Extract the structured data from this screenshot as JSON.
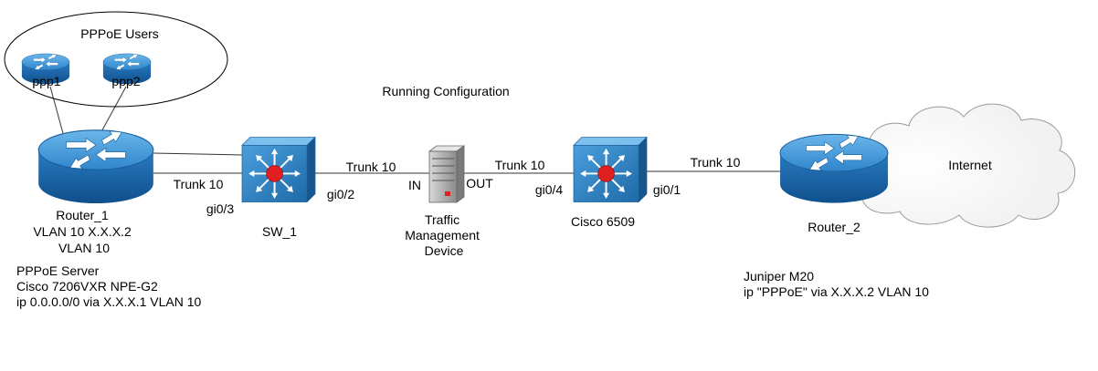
{
  "diagram": {
    "title": "Running Configuration",
    "group_label": "PPPoE Users",
    "cloud_label": "Internet",
    "colors": {
      "router_top": "#3a8fd0",
      "router_side": "#1f6fb4",
      "switch_face": "#2d86c8",
      "switch_side": "#1b5f98",
      "hub_red": "#e02020",
      "line": "#333333",
      "cloud_stroke": "#999999",
      "server_gray": "#9a9a9a"
    },
    "nodes": {
      "ppp1": {
        "label": "ppp1",
        "icon": "router-icon"
      },
      "ppp2": {
        "label": "ppp2",
        "icon": "router-icon"
      },
      "router1": {
        "icon": "router-icon",
        "label_lines": [
          "Router_1",
          "VLAN 10 X.X.X.2",
          "VLAN 10"
        ],
        "notes": [
          "PPPoE Server",
          "Cisco 7206VXR NPE-G2",
          "ip 0.0.0.0/0 via X.X.X.1 VLAN 10"
        ]
      },
      "sw1": {
        "label": "SW_1",
        "icon": "switch-icon"
      },
      "tmd": {
        "icon": "server-icon",
        "label_lines": [
          "Traffic",
          "Management",
          "Device"
        ]
      },
      "cisco6509": {
        "label": "Cisco 6509",
        "icon": "switch-icon"
      },
      "router2": {
        "icon": "router-icon",
        "label": "Router_2",
        "notes": [
          "Juniper M20",
          "ip \"PPPoE\"  via X.X.X.2 VLAN 10"
        ]
      }
    },
    "link_labels": {
      "r1_sw1": "Trunk 10",
      "sw1_tmd": "Trunk 10",
      "tmd_c6509": "Trunk 10",
      "c6509_r2": "Trunk 10"
    },
    "port_labels": {
      "sw1_a": "gi0/3",
      "sw1_b": "gi0/2",
      "tmd_in": "IN",
      "tmd_out": "OUT",
      "c6509_a": "gi0/4",
      "c6509_b": "gi0/1"
    }
  }
}
